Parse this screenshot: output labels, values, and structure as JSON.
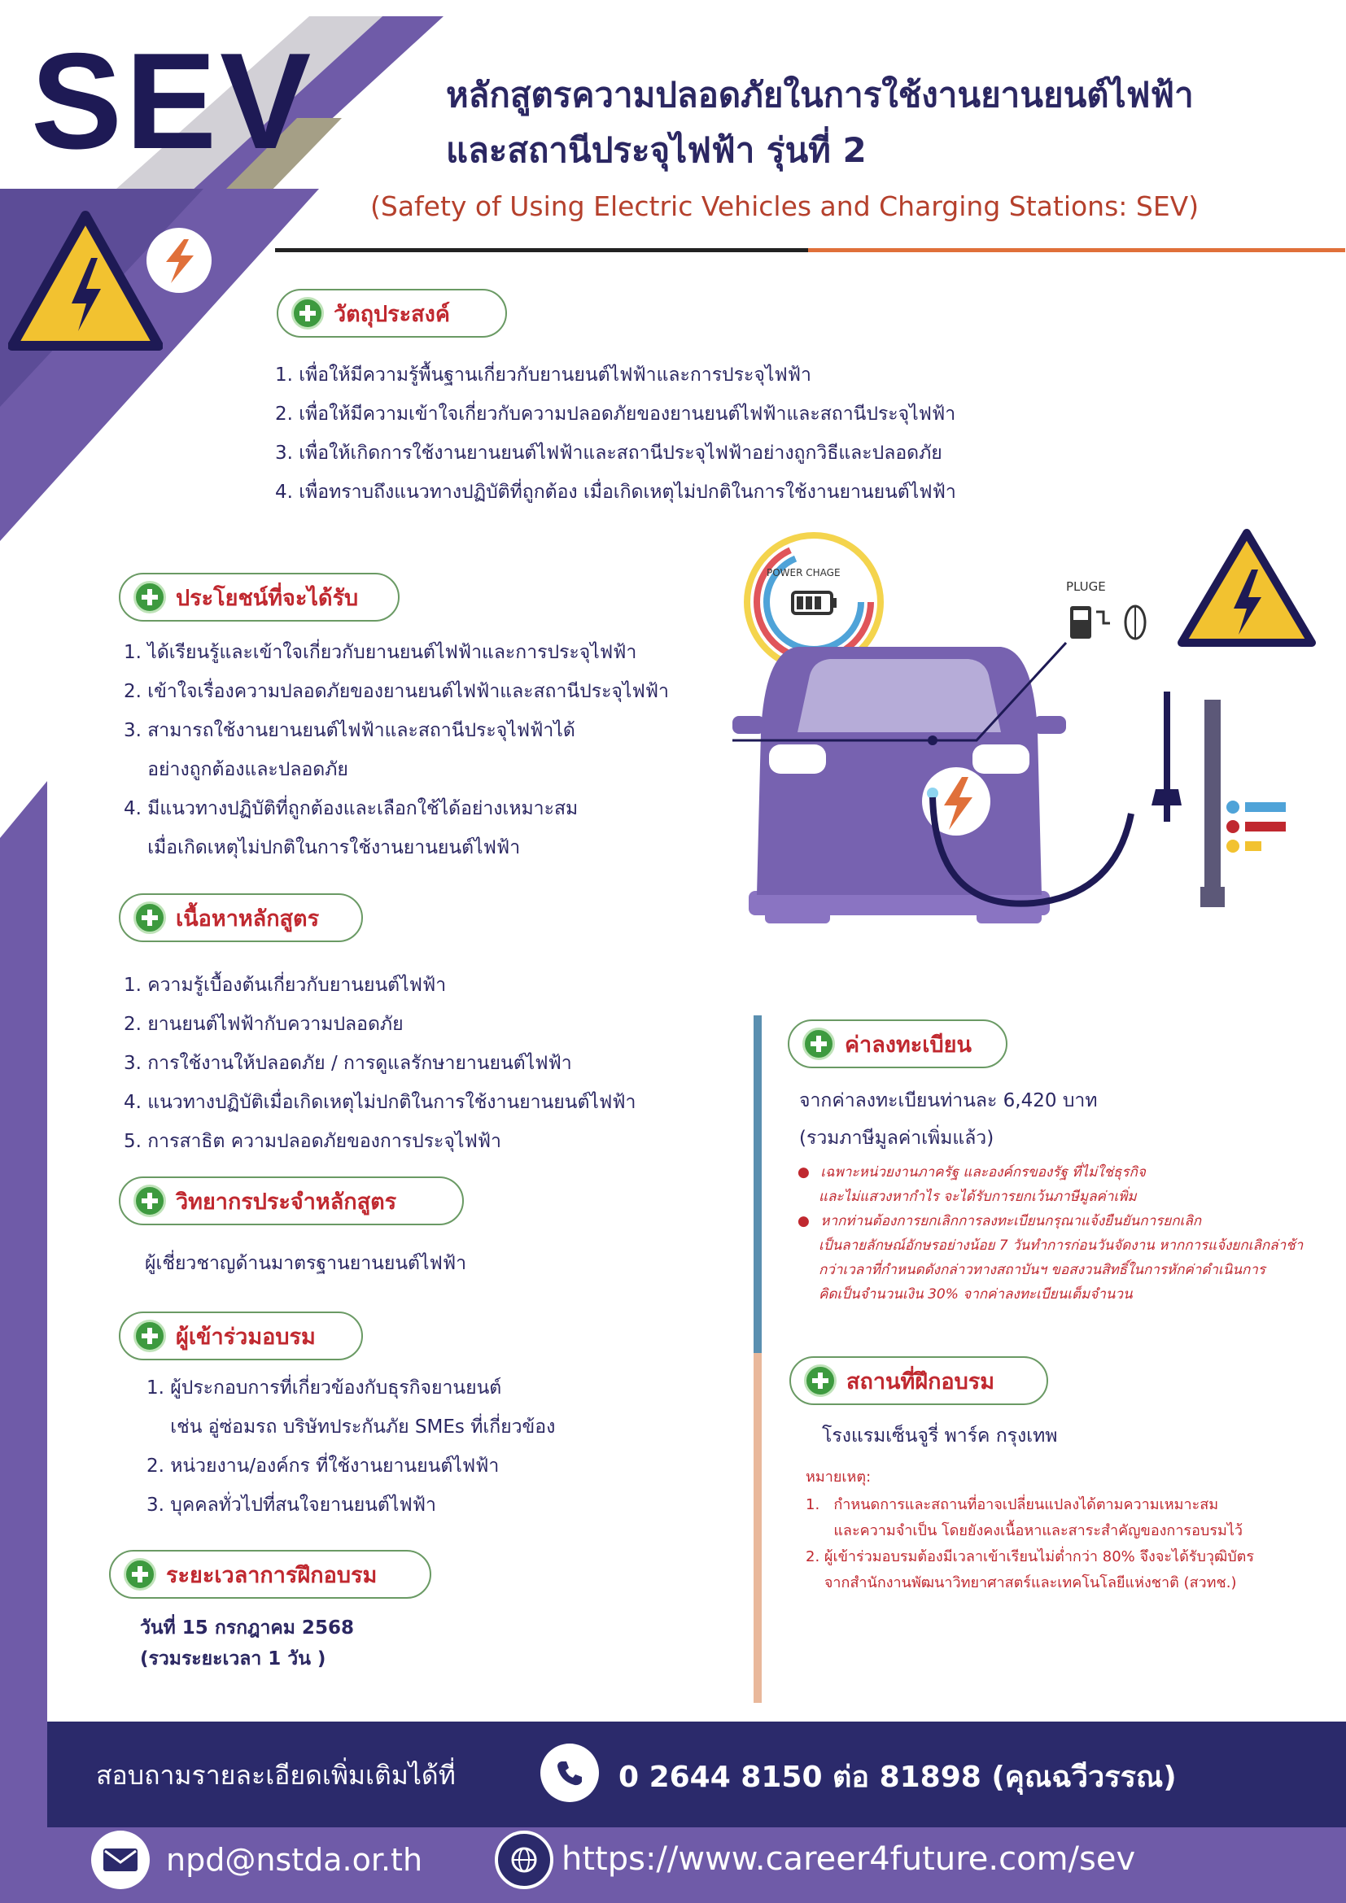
{
  "brand": {
    "logo_text": "SEV"
  },
  "header": {
    "title_line1": "หลักสูตรความปลอดภัยในการใช้งานยานยนต์ไฟฟ้า",
    "title_line2": "และสถานีประจุไฟฟ้า รุ่นที่ 2",
    "subtitle": "(Safety of Using Electric Vehicles and Charging Stations: SEV)"
  },
  "objectives": {
    "heading": "วัตถุประสงค์",
    "items": [
      "1. เพื่อให้มีความรู้พื้นฐานเกี่ยวกับยานยนต์ไฟฟ้าและการประจุไฟฟ้า",
      "2. เพื่อให้มีความเข้าใจเกี่ยวกับความปลอดภัยของยานยนต์ไฟฟ้าและสถานีประจุไฟฟ้า",
      "3. เพื่อให้เกิดการใช้งานยานยนต์ไฟฟ้าและสถานีประจุไฟฟ้าอย่างถูกวิธีและปลอดภัย",
      "4. เพื่อทราบถึงแนวทางปฏิบัติที่ถูกต้อง เมื่อเกิดเหตุไม่ปกติในการใช้งานยานยนต์ไฟฟ้า"
    ]
  },
  "benefits": {
    "heading": "ประโยชน์ที่จะได้รับ",
    "items": [
      "1. ได้เรียนรู้และเข้าใจเกี่ยวกับยานยนต์ไฟฟ้าและการประจุไฟฟ้า",
      "2. เข้าใจเรื่องความปลอดภัยของยานยนต์ไฟฟ้าและสถานีประจุไฟฟ้า",
      "3. สามารถใช้งานยานยนต์ไฟฟ้าและสถานีประจุไฟฟ้าได้",
      "    อย่างถูกต้องและปลอดภัย",
      "4. มีแนวทางปฏิบัติที่ถูกต้องและเลือกใช้ได้อย่างเหมาะสม",
      "    เมื่อเกิดเหตุไม่ปกติในการใช้งานยานยนต์ไฟฟ้า"
    ]
  },
  "illustration": {
    "power_label": "POWER CHAGE",
    "plug_label": "PLUGE"
  },
  "content": {
    "heading": "เนื้อหาหลักสูตร",
    "items": [
      "1. ความรู้เบื้องต้นเกี่ยวกับยานยนต์ไฟฟ้า",
      "2. ยานยนต์ไฟฟ้ากับความปลอดภัย",
      "3. การใช้งานให้ปลอดภัย / การดูแลรักษายานยนต์ไฟฟ้า",
      "4. แนวทางปฏิบัติเมื่อเกิดเหตุไม่ปกติในการใช้งานยานยนต์ไฟฟ้า",
      "5. การสาธิต ความปลอดภัยของการประจุไฟฟ้า"
    ]
  },
  "speaker": {
    "heading": "วิทยากรประจำหลักสูตร",
    "text": "ผู้เชี่ยวชาญด้านมาตรฐานยานยนต์ไฟฟ้า"
  },
  "participants": {
    "heading": "ผู้เข้าร่วมอบรม",
    "items": [
      "1. ผู้ประกอบการที่เกี่ยวข้องกับธุรกิจยานยนต์",
      "    เช่น อู่ซ่อมรถ บริษัทประกันภัย SMEs ที่เกี่ยวข้อง",
      "2. หน่วยงาน/องค์กร ที่ใช้งานยานยนต์ไฟฟ้า",
      "3. บุคคลทั่วไปที่สนใจยานยนต์ไฟฟ้า"
    ]
  },
  "duration": {
    "heading": "ระยะเวลาการฝึกอบรม",
    "date": "วันที่ 15 กรกฎาคม 2568",
    "length": "(รวมระยะเวลา 1 วัน )"
  },
  "fee": {
    "heading": "ค่าลงทะเบียน",
    "amount": "จากค่าลงทะเบียนท่านละ 6,420 บาท",
    "vat": "(รวมภาษีมูลค่าเพิ่มแล้ว)",
    "notes": [
      "เฉพาะหน่วยงานภาครัฐ และองค์กรของรัฐ ที่ไม่ใช่ธุรกิจ",
      "และไม่แสวงหากำไร จะได้รับการยกเว้นภาษีมูลค่าเพิ่ม",
      "หากท่านต้องการยกเลิกการลงทะเบียนกรุณาแจ้งยืนยันการยกเลิก",
      "เป็นลายลักษณ์อักษรอย่างน้อย 7 วันทำการก่อนวันจัดงาน หากการแจ้งยกเลิกล่าช้า",
      "กว่าเวลาที่กำหนดดังกล่าวทางสถาบันฯ ขอสงวนสิทธิ์ในการหักค่าดำเนินการ",
      "คิดเป็นจำนวนเงิน 30% จากค่าลงทะเบียนเต็มจำนวน"
    ]
  },
  "venue": {
    "heading": "สถานที่ฝึกอบรม",
    "name": "โรงแรมเซ็นจูรี่ พาร์ค กรุงเทพ",
    "remark_label": "หมายเหตุ:",
    "remarks": [
      "1.   กำหนดการและสถานที่อาจเปลี่ยนแปลงได้ตามความเหมาะสม",
      "      และความจำเป็น โดยยังคงเนื้อหาและสาระสำคัญของการอบรมไว้",
      "2. ผู้เข้าร่วมอบรมต้องมีเวลาเข้าเรียนไม่ต่ำกว่า 80% จึงจะได้รับวุฒิบัตร",
      "    จากสำนักงานพัฒนาวิทยาศาสตร์และเทคโนโลยีแห่งชาติ (สวทช.)"
    ]
  },
  "footer": {
    "inquiry": "สอบถามรายละเอียดเพิ่มเติมได้ที่",
    "phone": "0 2644 8150 ต่อ 81898 (คุณฉวีวรรณ)",
    "email": "npd@nstda.or.th",
    "website": "https://www.career4future.com/sev"
  },
  "colors": {
    "purple_dark": "#2b2a6b",
    "purple": "#6f5ba8",
    "accent_red": "#c0282f",
    "accent_orange": "#e0703a"
  }
}
